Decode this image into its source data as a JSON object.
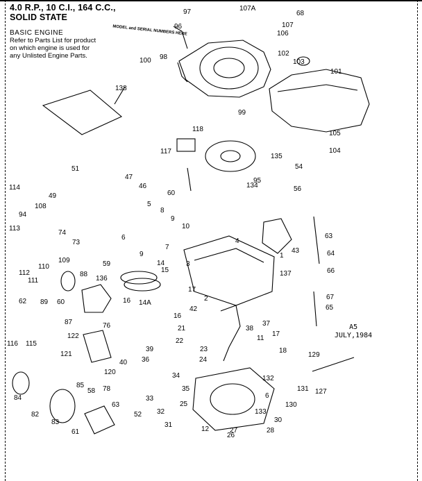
{
  "header": {
    "title_lines": [
      "4.0 R.P., 10 C.I., 164 C.C.,",
      "SOLID STATE"
    ],
    "section": "BASIC ENGINE",
    "note_lines": [
      "Refer to Parts List for product",
      "on which engine is used for",
      "any Unlisted Engine Parts."
    ]
  },
  "callout_note": "MODEL and SERIAL NUMBERS HERE",
  "date_stamp": [
    "A5",
    "JULY,1984"
  ],
  "part_numbers": [
    "97",
    "107A",
    "68",
    "96",
    "107",
    "106",
    "100",
    "98",
    "102",
    "103",
    "101",
    "138",
    "99",
    "118",
    "105",
    "104",
    "117",
    "135",
    "54",
    "51",
    "47",
    "46",
    "95",
    "114",
    "49",
    "108",
    "60",
    "134",
    "56",
    "5",
    "8",
    "94",
    "9",
    "113",
    "74",
    "73",
    "10",
    "63",
    "6",
    "9",
    "4",
    "7",
    "3",
    "43",
    "109",
    "59",
    "112",
    "111",
    "110",
    "14",
    "1",
    "137",
    "64",
    "66",
    "88",
    "136",
    "15",
    "16",
    "62",
    "89",
    "60",
    "14A",
    "2",
    "17",
    "16",
    "67",
    "65",
    "42",
    "37",
    "87",
    "21",
    "38",
    "76",
    "22",
    "11",
    "17",
    "116",
    "115",
    "122",
    "39",
    "23",
    "121",
    "40",
    "36",
    "120",
    "18",
    "24",
    "129",
    "84",
    "85",
    "78",
    "58",
    "34",
    "35",
    "132",
    "131",
    "127",
    "63",
    "52",
    "33",
    "32",
    "6",
    "130",
    "82",
    "83",
    "25",
    "133",
    "30",
    "31",
    "12",
    "26",
    "27",
    "28",
    "61"
  ]
}
